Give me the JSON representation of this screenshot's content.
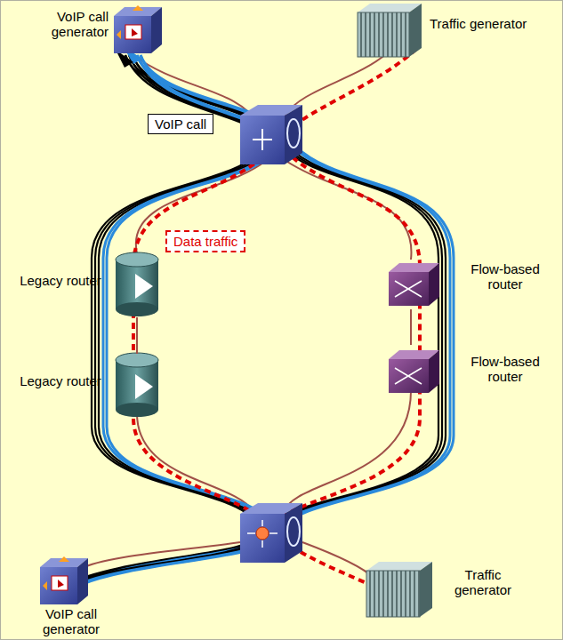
{
  "diagram": {
    "nodes": [
      {
        "text": [
          "VoIP call generator"
        ]
      },
      {
        "text": [
          "Traffic generator"
        ]
      },
      {
        "text": [
          "Legacy router"
        ]
      },
      {
        "text": [
          "Flow-based router"
        ]
      },
      {
        "text": [
          "Legacy router"
        ]
      },
      {
        "text": [
          "Flow-based router"
        ]
      },
      {
        "text": [
          "VoIP call generator"
        ]
      },
      {
        "text": [
          "Traffic generator"
        ]
      }
    ],
    "edges": [
      {
        "from": 2,
        "to": 4,
        "arrow": "none"
      },
      {
        "from": 3,
        "to": 5,
        "arrow": "none"
      }
    ],
    "labels": [
      "VoIP call",
      "Data traffic"
    ]
  }
}
